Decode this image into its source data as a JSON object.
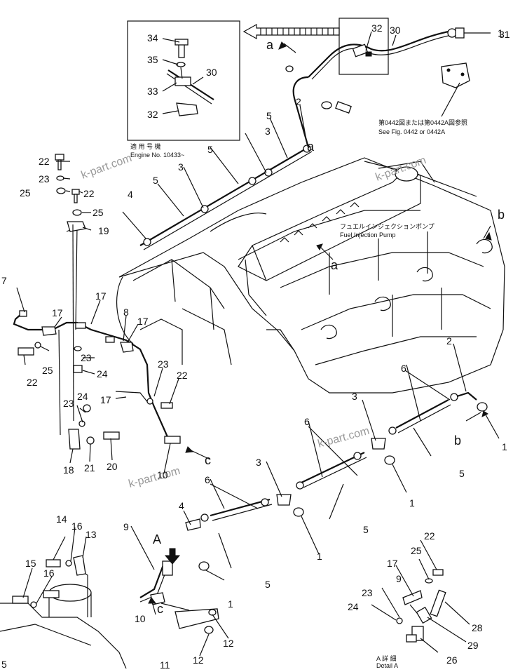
{
  "callouts": [
    {
      "id": "c1a",
      "text": "1"
    },
    {
      "id": "c1b",
      "text": "1"
    },
    {
      "id": "c1c",
      "text": "1"
    },
    {
      "id": "c1d",
      "text": "1"
    },
    {
      "id": "c1e",
      "text": "1"
    },
    {
      "id": "c2a",
      "text": "2"
    },
    {
      "id": "c2b",
      "text": "2"
    },
    {
      "id": "c3a",
      "text": "3"
    },
    {
      "id": "c3b",
      "text": "3"
    },
    {
      "id": "c3c",
      "text": "3"
    },
    {
      "id": "c3d",
      "text": "3"
    },
    {
      "id": "c4a",
      "text": "4"
    },
    {
      "id": "c4b",
      "text": "4"
    },
    {
      "id": "c5a",
      "text": "5"
    },
    {
      "id": "c5b",
      "text": "5"
    },
    {
      "id": "c5c",
      "text": "5"
    },
    {
      "id": "c5d",
      "text": "5"
    },
    {
      "id": "c5e",
      "text": "5"
    },
    {
      "id": "c5f",
      "text": "5"
    },
    {
      "id": "c5g",
      "text": "5"
    },
    {
      "id": "c6a",
      "text": "6"
    },
    {
      "id": "c6b",
      "text": "6"
    },
    {
      "id": "c6c",
      "text": "6"
    },
    {
      "id": "c7",
      "text": "7"
    },
    {
      "id": "c8",
      "text": "8"
    },
    {
      "id": "c9a",
      "text": "9"
    },
    {
      "id": "c9b",
      "text": "9"
    },
    {
      "id": "c10a",
      "text": "10"
    },
    {
      "id": "c10b",
      "text": "10"
    },
    {
      "id": "c11",
      "text": "11"
    },
    {
      "id": "c12a",
      "text": "12"
    },
    {
      "id": "c12b",
      "text": "12"
    },
    {
      "id": "c13",
      "text": "13"
    },
    {
      "id": "c14",
      "text": "14"
    },
    {
      "id": "c15",
      "text": "15"
    },
    {
      "id": "c16a",
      "text": "16"
    },
    {
      "id": "c16b",
      "text": "16"
    },
    {
      "id": "c17a",
      "text": "17"
    },
    {
      "id": "c17b",
      "text": "17"
    },
    {
      "id": "c17c",
      "text": "17"
    },
    {
      "id": "c17d",
      "text": "17"
    },
    {
      "id": "c17e",
      "text": "17"
    },
    {
      "id": "c18",
      "text": "18"
    },
    {
      "id": "c19",
      "text": "19"
    },
    {
      "id": "c20",
      "text": "20"
    },
    {
      "id": "c21",
      "text": "21"
    },
    {
      "id": "c22a",
      "text": "22"
    },
    {
      "id": "c22b",
      "text": "22"
    },
    {
      "id": "c22c",
      "text": "22"
    },
    {
      "id": "c22d",
      "text": "22"
    },
    {
      "id": "c22e",
      "text": "22"
    },
    {
      "id": "c23a",
      "text": "23"
    },
    {
      "id": "c23b",
      "text": "23"
    },
    {
      "id": "c23c",
      "text": "23"
    },
    {
      "id": "c23d",
      "text": "23"
    },
    {
      "id": "c23e",
      "text": "23"
    },
    {
      "id": "c24a",
      "text": "24"
    },
    {
      "id": "c24b",
      "text": "24"
    },
    {
      "id": "c24c",
      "text": "24"
    },
    {
      "id": "c25a",
      "text": "25"
    },
    {
      "id": "c25b",
      "text": "25"
    },
    {
      "id": "c25c",
      "text": "25"
    },
    {
      "id": "c25d",
      "text": "25"
    },
    {
      "id": "c26",
      "text": "26"
    },
    {
      "id": "c28",
      "text": "28"
    },
    {
      "id": "c29",
      "text": "29"
    },
    {
      "id": "c30a",
      "text": "30"
    },
    {
      "id": "c30b",
      "text": "30"
    },
    {
      "id": "c31",
      "text": "31"
    },
    {
      "id": "c32a",
      "text": "32"
    },
    {
      "id": "c32b",
      "text": "32"
    },
    {
      "id": "c33",
      "text": "33"
    },
    {
      "id": "c34",
      "text": "34"
    },
    {
      "id": "c35",
      "text": "35"
    }
  ],
  "letters": [
    {
      "id": "la1",
      "text": "a"
    },
    {
      "id": "la2",
      "text": "a"
    },
    {
      "id": "la3",
      "text": "a"
    },
    {
      "id": "lb1",
      "text": "b"
    },
    {
      "id": "lb2",
      "text": "b"
    },
    {
      "id": "lc1",
      "text": "c"
    },
    {
      "id": "lc2",
      "text": "c"
    },
    {
      "id": "lA",
      "text": "A"
    }
  ],
  "inset": {
    "engine_jp": "適 用 号 機",
    "engine_no": "Engine No. 10433~"
  },
  "reference_note": {
    "jp": "第0442図または第0442A図参照",
    "en": "See Fig. 0442 or 0442A"
  },
  "pump_label": {
    "jp": "フュエルインジェクションポンプ",
    "en": "Fuel Injection Pump"
  },
  "detail_label": {
    "jp": "A 詳 細",
    "en": "Detail A"
  },
  "watermarks": [
    "k-part.com",
    "k-part.com",
    "k-part.com",
    "k-part.com"
  ]
}
